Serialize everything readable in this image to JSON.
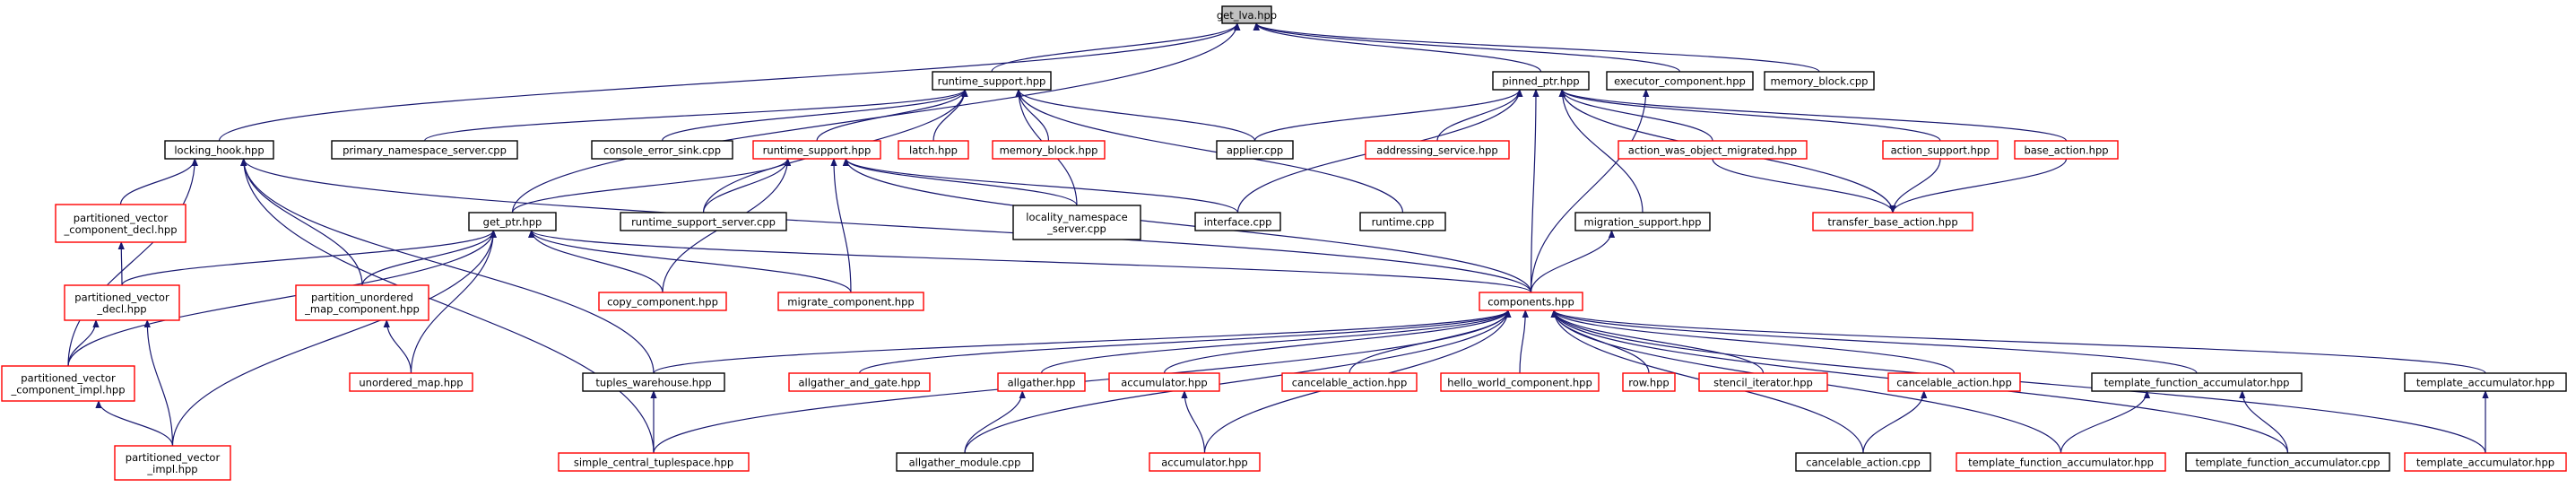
{
  "colors": {
    "edge": "#191970",
    "complete_border": "#000000",
    "truncated_border": "#ff0000",
    "root_fill": "#c0c0c0"
  },
  "nodes": {
    "get_lva": {
      "lines": [
        "get_lva.hpp"
      ],
      "style": "root"
    },
    "rt_support_1": {
      "lines": [
        "runtime_support.hpp"
      ],
      "style": "black"
    },
    "pinned_ptr": {
      "lines": [
        "pinned_ptr.hpp"
      ],
      "style": "black"
    },
    "executor_component": {
      "lines": [
        "executor_component.hpp"
      ],
      "style": "black"
    },
    "memory_block_cpp": {
      "lines": [
        "memory_block.cpp"
      ],
      "style": "black"
    },
    "locking_hook": {
      "lines": [
        "locking_hook.hpp"
      ],
      "style": "black"
    },
    "primary_ns_server": {
      "lines": [
        "primary_namespace_server.cpp"
      ],
      "style": "black"
    },
    "console_error_sink": {
      "lines": [
        "console_error_sink.cpp"
      ],
      "style": "black"
    },
    "rt_support_2": {
      "lines": [
        "runtime_support.hpp"
      ],
      "style": "red"
    },
    "latch": {
      "lines": [
        "latch.hpp"
      ],
      "style": "red"
    },
    "memory_block_hpp": {
      "lines": [
        "memory_block.hpp"
      ],
      "style": "red"
    },
    "applier": {
      "lines": [
        "applier.cpp"
      ],
      "style": "black"
    },
    "addressing_service": {
      "lines": [
        "addressing_service.hpp"
      ],
      "style": "red"
    },
    "action_was_migrated": {
      "lines": [
        "action_was_object_migrated.hpp"
      ],
      "style": "red"
    },
    "action_support": {
      "lines": [
        "action_support.hpp"
      ],
      "style": "red"
    },
    "base_action": {
      "lines": [
        "base_action.hpp"
      ],
      "style": "red"
    },
    "pv_component_decl": {
      "lines": [
        "partitioned_vector",
        "_component_decl.hpp"
      ],
      "style": "red"
    },
    "get_ptr": {
      "lines": [
        "get_ptr.hpp"
      ],
      "style": "black"
    },
    "rt_support_server": {
      "lines": [
        "runtime_support_server.cpp"
      ],
      "style": "black"
    },
    "locality_ns_server": {
      "lines": [
        "locality_namespace",
        "_server.cpp"
      ],
      "style": "black"
    },
    "interface": {
      "lines": [
        "interface.cpp"
      ],
      "style": "black"
    },
    "runtime_cpp": {
      "lines": [
        "runtime.cpp"
      ],
      "style": "black"
    },
    "migration_support": {
      "lines": [
        "migration_support.hpp"
      ],
      "style": "black"
    },
    "transfer_base_action": {
      "lines": [
        "transfer_base_action.hpp"
      ],
      "style": "red"
    },
    "pv_decl": {
      "lines": [
        "partitioned_vector",
        "_decl.hpp"
      ],
      "style": "red"
    },
    "partition_unordered": {
      "lines": [
        "partition_unordered",
        "_map_component.hpp"
      ],
      "style": "red"
    },
    "copy_component": {
      "lines": [
        "copy_component.hpp"
      ],
      "style": "red"
    },
    "migrate_component": {
      "lines": [
        "migrate_component.hpp"
      ],
      "style": "red"
    },
    "components": {
      "lines": [
        "components.hpp"
      ],
      "style": "red"
    },
    "pv_component_impl": {
      "lines": [
        "partitioned_vector",
        "_component_impl.hpp"
      ],
      "style": "red"
    },
    "unordered_map": {
      "lines": [
        "unordered_map.hpp"
      ],
      "style": "red"
    },
    "tuples_warehouse": {
      "lines": [
        "tuples_warehouse.hpp"
      ],
      "style": "black"
    },
    "allgather_and_gate": {
      "lines": [
        "allgather_and_gate.hpp"
      ],
      "style": "red"
    },
    "allgather": {
      "lines": [
        "allgather.hpp"
      ],
      "style": "red"
    },
    "accumulator_1": {
      "lines": [
        "accumulator.hpp"
      ],
      "style": "red"
    },
    "cancelable_action_1": {
      "lines": [
        "cancelable_action.hpp"
      ],
      "style": "red"
    },
    "hello_world": {
      "lines": [
        "hello_world_component.hpp"
      ],
      "style": "red"
    },
    "row": {
      "lines": [
        "row.hpp"
      ],
      "style": "red"
    },
    "stencil_iterator": {
      "lines": [
        "stencil_iterator.hpp"
      ],
      "style": "red"
    },
    "cancelable_action_2": {
      "lines": [
        "cancelable_action.hpp"
      ],
      "style": "red"
    },
    "tfa_hpp_1": {
      "lines": [
        "template_function_accumulator.hpp"
      ],
      "style": "black"
    },
    "template_accumulator_1": {
      "lines": [
        "template_accumulator.hpp"
      ],
      "style": "black"
    },
    "pv_impl": {
      "lines": [
        "partitioned_vector",
        "_impl.hpp"
      ],
      "style": "red"
    },
    "simple_central_tuplespace": {
      "lines": [
        "simple_central_tuplespace.hpp"
      ],
      "style": "red"
    },
    "allgather_module": {
      "lines": [
        "allgather_module.cpp"
      ],
      "style": "black"
    },
    "accumulator_2": {
      "lines": [
        "accumulator.hpp"
      ],
      "style": "red"
    },
    "cancelable_action_cpp": {
      "lines": [
        "cancelable_action.cpp"
      ],
      "style": "black"
    },
    "tfa_hpp_2": {
      "lines": [
        "template_function_accumulator.hpp"
      ],
      "style": "red"
    },
    "tfa_cpp": {
      "lines": [
        "template_function_accumulator.cpp"
      ],
      "style": "black"
    },
    "template_accumulator_2": {
      "lines": [
        "template_accumulator.hpp"
      ],
      "style": "red"
    }
  },
  "edges": [
    [
      "rt_support_1",
      "get_lva"
    ],
    [
      "pinned_ptr",
      "get_lva"
    ],
    [
      "executor_component",
      "get_lva"
    ],
    [
      "memory_block_cpp",
      "get_lva"
    ],
    [
      "locking_hook",
      "get_lva"
    ],
    [
      "get_ptr",
      "get_lva"
    ],
    [
      "primary_ns_server",
      "rt_support_1"
    ],
    [
      "console_error_sink",
      "rt_support_1"
    ],
    [
      "rt_support_2",
      "rt_support_1"
    ],
    [
      "latch",
      "rt_support_1"
    ],
    [
      "memory_block_hpp",
      "rt_support_1"
    ],
    [
      "applier",
      "rt_support_1"
    ],
    [
      "rt_support_server",
      "rt_support_1"
    ],
    [
      "locality_ns_server",
      "rt_support_1"
    ],
    [
      "runtime_cpp",
      "rt_support_1"
    ],
    [
      "applier",
      "pinned_ptr"
    ],
    [
      "addressing_service",
      "pinned_ptr"
    ],
    [
      "action_was_migrated",
      "pinned_ptr"
    ],
    [
      "action_support",
      "pinned_ptr"
    ],
    [
      "base_action",
      "pinned_ptr"
    ],
    [
      "interface",
      "pinned_ptr"
    ],
    [
      "migration_support",
      "pinned_ptr"
    ],
    [
      "transfer_base_action",
      "pinned_ptr"
    ],
    [
      "components",
      "pinned_ptr"
    ],
    [
      "components",
      "executor_component"
    ],
    [
      "pv_component_decl",
      "locking_hook"
    ],
    [
      "partition_unordered",
      "locking_hook"
    ],
    [
      "tuples_warehouse",
      "locking_hook"
    ],
    [
      "pv_component_impl",
      "locking_hook"
    ],
    [
      "simple_central_tuplespace",
      "locking_hook"
    ],
    [
      "components",
      "locking_hook"
    ],
    [
      "get_ptr",
      "rt_support_2"
    ],
    [
      "rt_support_server",
      "rt_support_2"
    ],
    [
      "locality_ns_server",
      "rt_support_2"
    ],
    [
      "interface",
      "rt_support_2"
    ],
    [
      "copy_component",
      "rt_support_2"
    ],
    [
      "migrate_component",
      "rt_support_2"
    ],
    [
      "components",
      "rt_support_2"
    ],
    [
      "action_was_migrated",
      "transfer_base_action"
    ],
    [
      "action_support",
      "transfer_base_action"
    ],
    [
      "base_action",
      "transfer_base_action"
    ],
    [
      "components",
      "migration_support"
    ],
    [
      "pv_decl",
      "pv_component_decl"
    ],
    [
      "pv_decl",
      "get_ptr"
    ],
    [
      "partition_unordered",
      "get_ptr"
    ],
    [
      "copy_component",
      "get_ptr"
    ],
    [
      "migrate_component",
      "get_ptr"
    ],
    [
      "components",
      "get_ptr"
    ],
    [
      "pv_component_impl",
      "get_ptr"
    ],
    [
      "unordered_map",
      "get_ptr"
    ],
    [
      "pv_impl",
      "get_ptr"
    ],
    [
      "pv_component_impl",
      "pv_decl"
    ],
    [
      "pv_impl",
      "pv_decl"
    ],
    [
      "unordered_map",
      "partition_unordered"
    ],
    [
      "pv_impl",
      "pv_component_impl"
    ],
    [
      "tuples_warehouse",
      "components"
    ],
    [
      "simple_central_tuplespace",
      "components"
    ],
    [
      "allgather_and_gate",
      "components"
    ],
    [
      "allgather",
      "components"
    ],
    [
      "allgather_module",
      "components"
    ],
    [
      "accumulator_1",
      "components"
    ],
    [
      "accumulator_2",
      "components"
    ],
    [
      "cancelable_action_1",
      "components"
    ],
    [
      "hello_world",
      "components"
    ],
    [
      "row",
      "components"
    ],
    [
      "stencil_iterator",
      "components"
    ],
    [
      "cancelable_action_2",
      "components"
    ],
    [
      "cancelable_action_cpp",
      "components"
    ],
    [
      "tfa_hpp_1",
      "components"
    ],
    [
      "tfa_hpp_2",
      "components"
    ],
    [
      "tfa_cpp",
      "components"
    ],
    [
      "template_accumulator_1",
      "components"
    ],
    [
      "template_accumulator_2",
      "components"
    ],
    [
      "simple_central_tuplespace",
      "tuples_warehouse"
    ],
    [
      "allgather_module",
      "allgather"
    ],
    [
      "accumulator_2",
      "accumulator_1"
    ],
    [
      "cancelable_action_cpp",
      "cancelable_action_2"
    ],
    [
      "tfa_hpp_2",
      "tfa_hpp_1"
    ],
    [
      "tfa_cpp",
      "tfa_hpp_1"
    ],
    [
      "template_accumulator_2",
      "template_accumulator_1"
    ]
  ]
}
